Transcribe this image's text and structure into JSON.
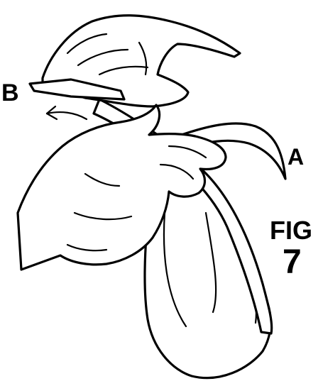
{
  "labels": {
    "a": "A",
    "b": "B",
    "fig_word": "FIG",
    "fig_number": "7"
  },
  "colors": {
    "ink": "#000000",
    "paper": "#ffffff"
  }
}
